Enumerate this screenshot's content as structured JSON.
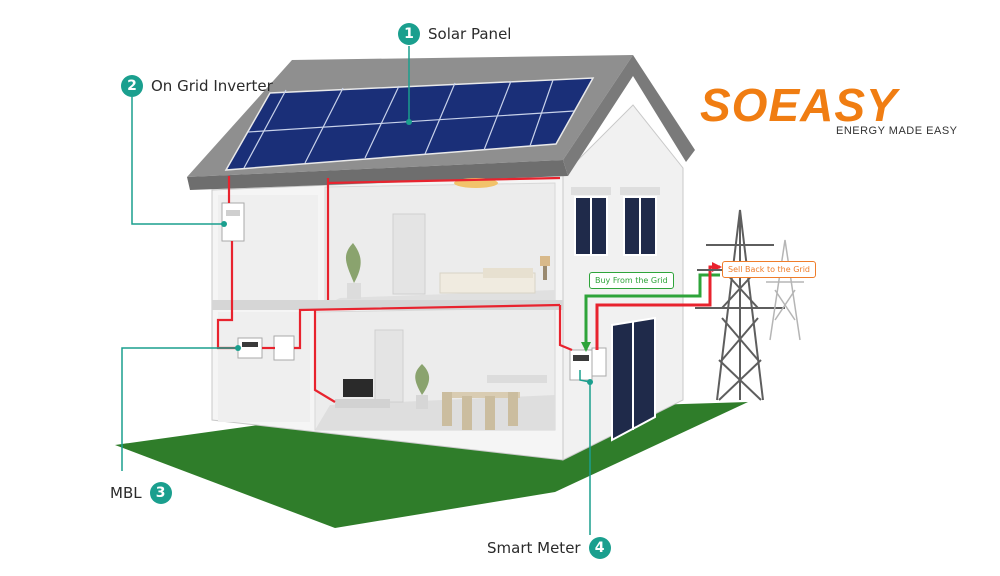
{
  "callouts": [
    {
      "number": "1",
      "label": "Solar Panel"
    },
    {
      "number": "2",
      "label": "On Grid Inverter"
    },
    {
      "number": "3",
      "label": "MBL"
    },
    {
      "number": "4",
      "label": "Smart Meter"
    }
  ],
  "logo": {
    "brand": "SOEASY",
    "tagline": "ENERGY MADE EASY",
    "color": "#f07d12"
  },
  "flows": {
    "buy": "Buy From the Grid",
    "sell": "Sell Back to the Grid"
  },
  "colors": {
    "accent": "#1a9f8e",
    "buy_line": "#2ea43a",
    "sell_line": "#e8232e",
    "lawn": "#2f7d2a",
    "panel": "#1e3a8f"
  }
}
